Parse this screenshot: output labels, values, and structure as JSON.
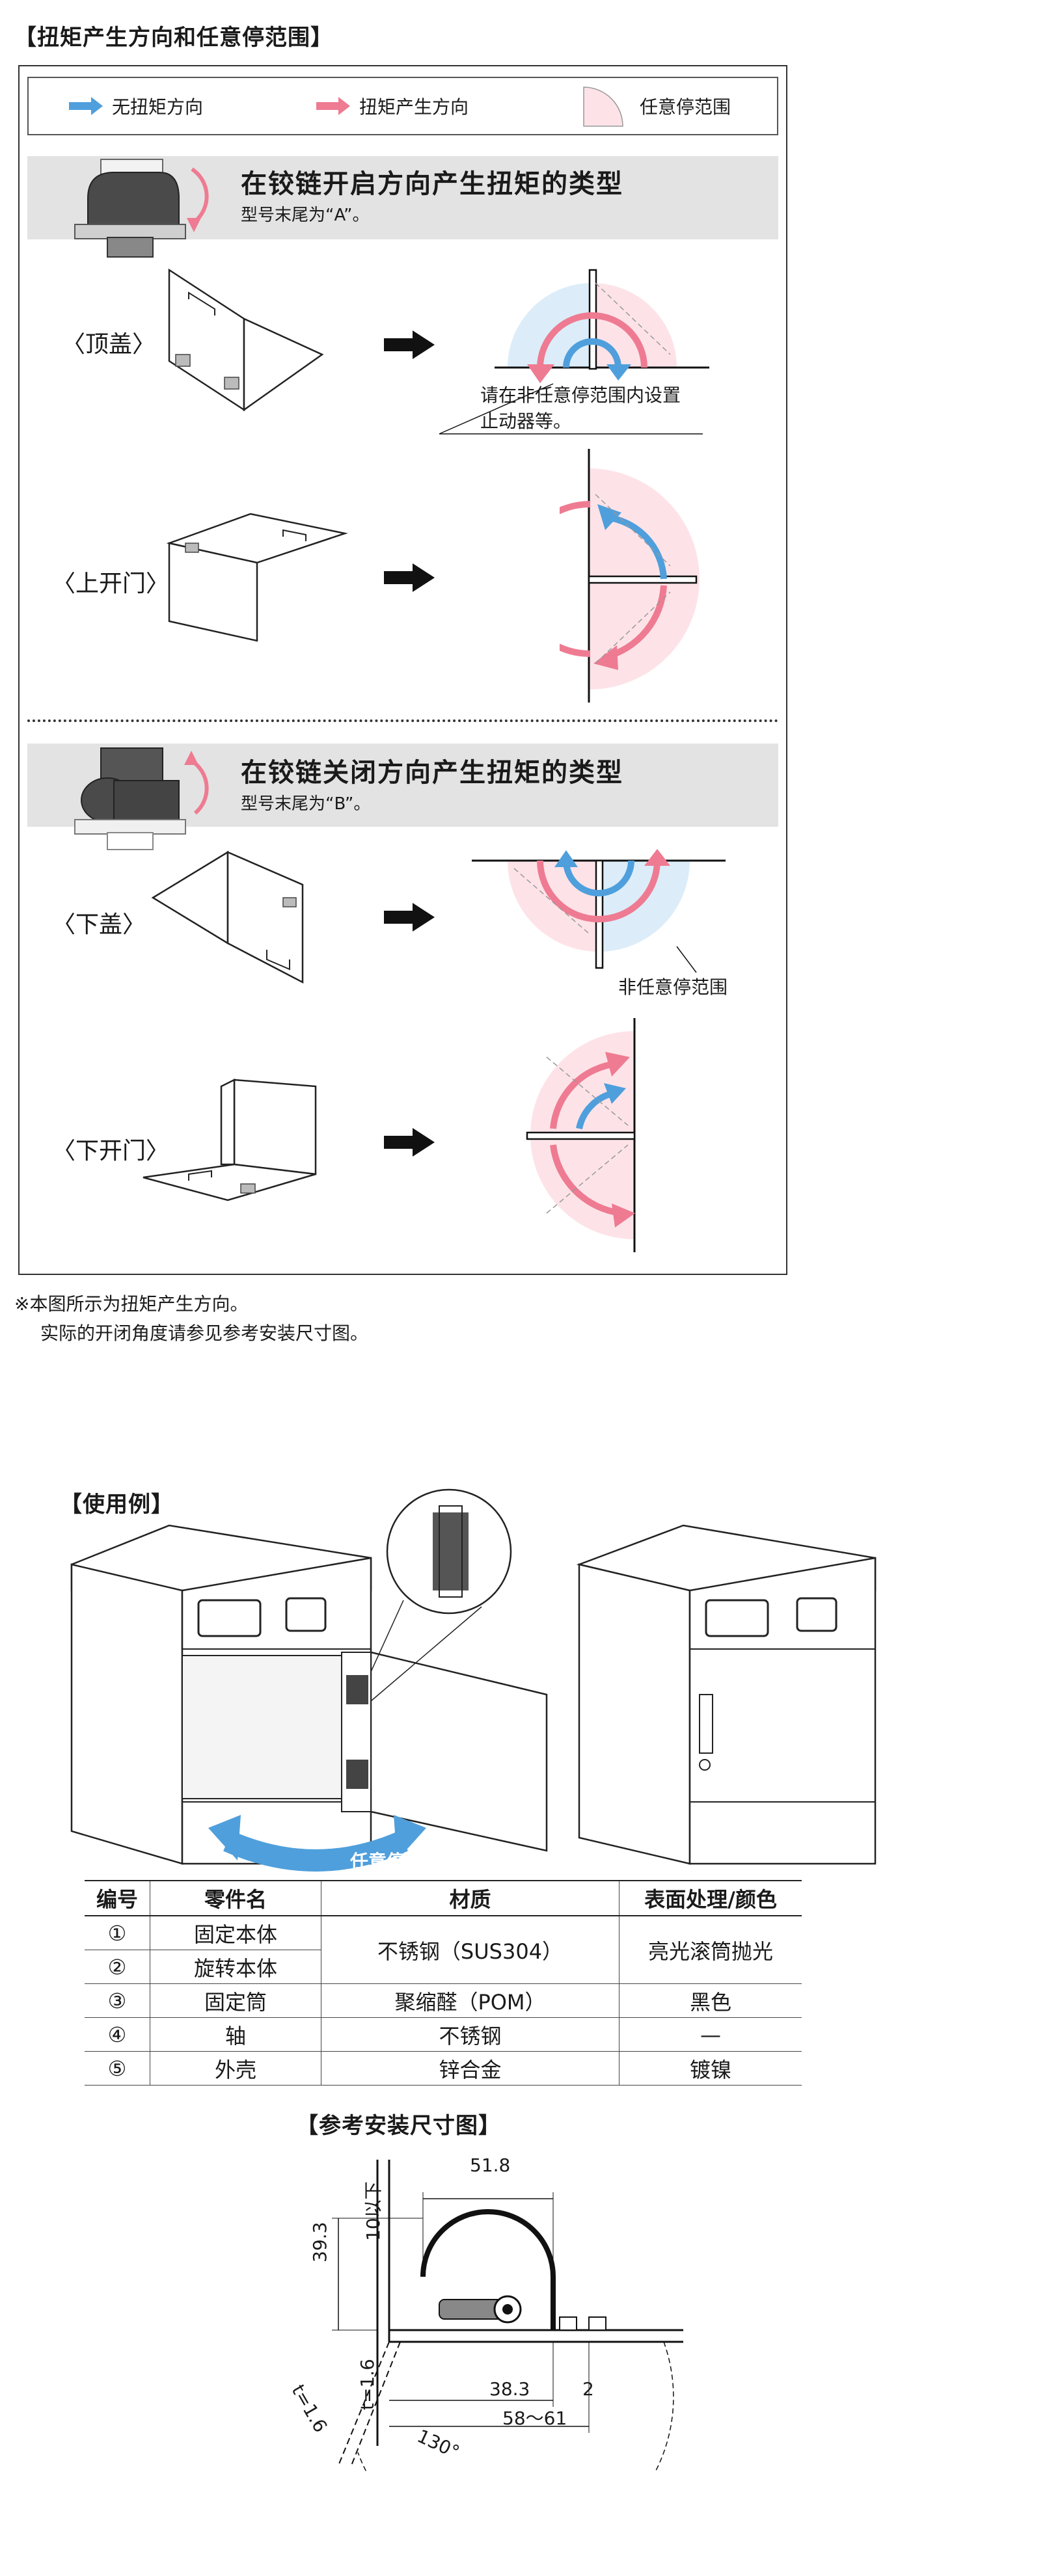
{
  "section_torque": {
    "title": "【扭矩产生方向和任意停范围】",
    "legend": {
      "no_torque": "无扭矩方向",
      "torque": "扭矩产生方向",
      "free_stop": "任意停范围"
    },
    "type_a": {
      "title": "在铰链开启方向产生扭矩的类型",
      "subtitle": "型号末尾为“A”。",
      "items": [
        {
          "label": "〈顶盖〉",
          "note": "请在非任意停范围内设置止动器等。"
        },
        {
          "label": "〈上开门〉"
        }
      ]
    },
    "type_b": {
      "title": "在铰链关闭方向产生扭矩的类型",
      "subtitle": "型号末尾为“B”。",
      "items": [
        {
          "label": "〈下盖〉",
          "note": "非任意停范围"
        },
        {
          "label": "〈下开门〉"
        }
      ]
    },
    "footnote": [
      "※本图所示为扭矩产生方向。",
      "实际的开闭角度请参见参考安装尺寸图。"
    ]
  },
  "colors": {
    "blue_arrow": "#4f9fdc",
    "pink_arrow": "#ee7b92",
    "free_stop_fill": "#fde3e8",
    "light_blue_fill": "#dcedf9",
    "band": "#e3e3e3"
  },
  "usage": {
    "title": "【使用例】",
    "badge": "任意停"
  },
  "parts_table": {
    "headers": [
      "编号",
      "零件名",
      "材质",
      "表面处理/颜色"
    ],
    "rows": [
      {
        "no": "①",
        "name": "固定本体",
        "material": "不锈钢（SUS304）",
        "finish": "亮光滚筒抛光"
      },
      {
        "no": "②",
        "name": "旋转本体",
        "material": "",
        "finish": ""
      },
      {
        "no": "③",
        "name": "固定筒",
        "material": "聚缩醛（POM）",
        "finish": "黑色"
      },
      {
        "no": "④",
        "name": "轴",
        "material": "不锈钢",
        "finish": "—"
      },
      {
        "no": "⑤",
        "name": "外壳",
        "material": "锌合金",
        "finish": "镀镍"
      }
    ]
  },
  "install": {
    "title": "【参考安装尺寸图】",
    "dims": {
      "width": "51.8",
      "height": "39.3",
      "clearance": "10以下",
      "t_vertical": "t=1.6",
      "t_diagonal": "t=1.6",
      "d1": "38.3",
      "d2": "2",
      "range": "58〜61",
      "angle": "130°"
    }
  }
}
